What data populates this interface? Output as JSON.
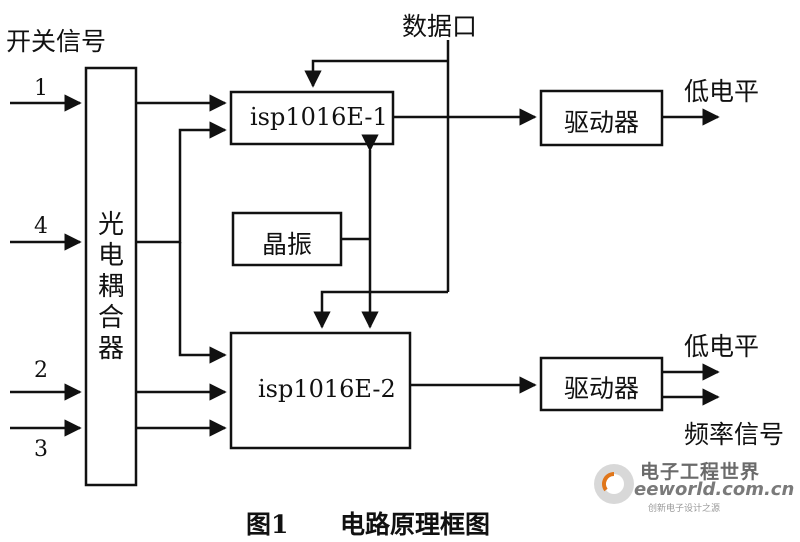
{
  "diagram": {
    "switch_signal_label": "开关信号",
    "data_port_label": "数据口",
    "inputs": [
      "1",
      "4",
      "2",
      "3"
    ],
    "optocoupler_label": [
      "光",
      "电",
      "耦",
      "合",
      "器"
    ],
    "chip1_label": "isp1016E-1",
    "chip2_label": "isp1016E-2",
    "crystal_label": "晶振",
    "driver1_label": "驱动器",
    "driver2_label": "驱动器",
    "out1_label": "低电平",
    "out2_label": "低电平",
    "out3_label": "频率信号"
  },
  "caption": {
    "figure_number": "图1",
    "title": "电路原理框图"
  },
  "watermark": {
    "name": "电子工程世界",
    "url": "eeworld.com.cn",
    "tagline": "创新电子设计之源"
  }
}
